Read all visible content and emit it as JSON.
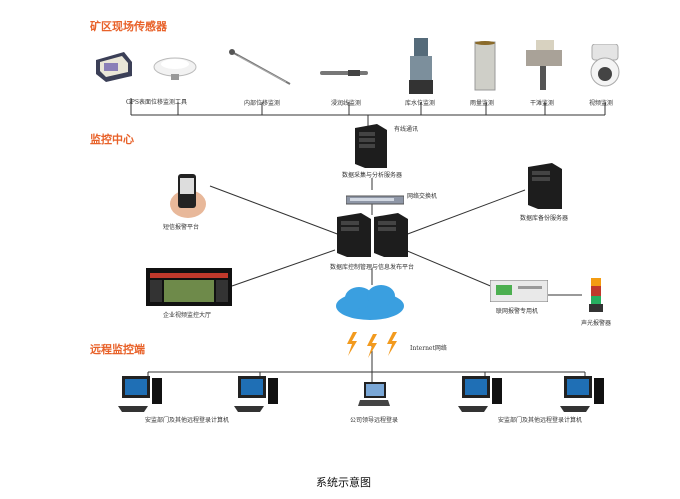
{
  "sections": {
    "site_sensors": "矿区现场传感器",
    "monitor_center": "监控中心",
    "remote": "远程监控端"
  },
  "sensors": [
    {
      "label": "GPS表面位移监测工具",
      "icon": "gps-receiver-icon"
    },
    {
      "label": "",
      "icon": "gps-antenna-icon"
    },
    {
      "label": "内部位移监测",
      "icon": "inclinometer-icon"
    },
    {
      "label": "浸润线监测",
      "icon": "piezometer-icon"
    },
    {
      "label": "库水位监测",
      "icon": "water-level-meter-icon"
    },
    {
      "label": "雨量监测",
      "icon": "rain-gauge-icon"
    },
    {
      "label": "干滩监测",
      "icon": "beach-camera-icon"
    },
    {
      "label": "视频监测",
      "icon": "dome-camera-icon"
    }
  ],
  "center": {
    "wired_comm": "有线通讯",
    "collector_server": "数据采集与分析服务器",
    "network_switch": "网络交换机",
    "sms_alarm": "短信报警平台",
    "backup_server": "数据库备份服务器",
    "mgmt_server": "数据库控制管理与信息发布平台",
    "video_wall": "企业视频监控大厅",
    "alarm_host": "联网报警专用机",
    "siren": "声光报警器"
  },
  "internet_label": "Internet网络",
  "remote": {
    "left_group": "安监部门及其他远程登录计算机",
    "laptop": "公司领导远程登录",
    "right_group": "安监部门及其他远程登录计算机"
  },
  "caption": "系统示意图",
  "colors": {
    "accent": "#e8622a",
    "line": "#333333",
    "lightning": "#f29a1e",
    "cloud": "#3a9fe0"
  }
}
